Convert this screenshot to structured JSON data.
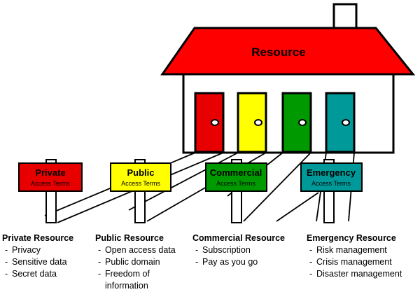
{
  "house": {
    "title": "Resource"
  },
  "colors": {
    "roof": "#ff0000",
    "private": "#e80000",
    "public": "#ffff00",
    "commercial": "#009900",
    "emergency": "#009999",
    "outline": "#000000"
  },
  "signs": [
    {
      "title": "Private",
      "subtitle": "Access Terms",
      "color": "#e80000",
      "text_color": "#ffffff"
    },
    {
      "title": "Public",
      "subtitle": "Access Terms",
      "color": "#ffff00",
      "text_color": "#000000"
    },
    {
      "title": "Commercial",
      "subtitle": "Access Terms",
      "color": "#009900",
      "text_color": "#ffffff"
    },
    {
      "title": "Emergency",
      "subtitle": "Access Terms",
      "color": "#009999",
      "text_color": "#ffffff"
    }
  ],
  "resources": [
    {
      "title": "Private Resource",
      "items": [
        "Privacy",
        "Sensitive data",
        "Secret data"
      ]
    },
    {
      "title": "Public Resource",
      "items": [
        "Open access data",
        "Public domain",
        "Freedom of information"
      ]
    },
    {
      "title": "Commercial Resource",
      "items": [
        "Subscription",
        "Pay as you go"
      ]
    },
    {
      "title": "Emergency Resource",
      "items": [
        "Risk management",
        "Crisis management",
        "Disaster management"
      ]
    }
  ]
}
